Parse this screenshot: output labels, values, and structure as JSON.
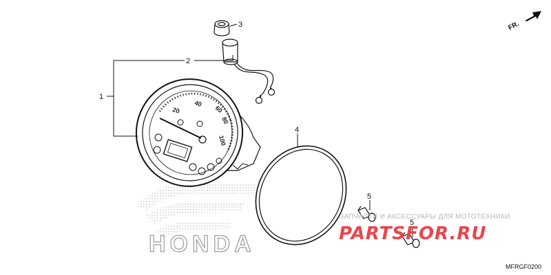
{
  "diagram": {
    "callouts": [
      "1",
      "2",
      "3",
      "4",
      "5",
      "5"
    ],
    "dial_numbers": [
      "20",
      "40",
      "60",
      "80",
      "100"
    ],
    "direction_label": "FR.",
    "diagram_code": "MFRGF0200"
  },
  "watermark": {
    "honda_text": "HONDA",
    "parts_caption": "ЗАПЧАСТИ И АКСЕССУАРЫ ДЛЯ МОТОТЕХНИКИ",
    "parts_brand": "PARTSFOR.RU",
    "brand_color": "#e8464e"
  }
}
